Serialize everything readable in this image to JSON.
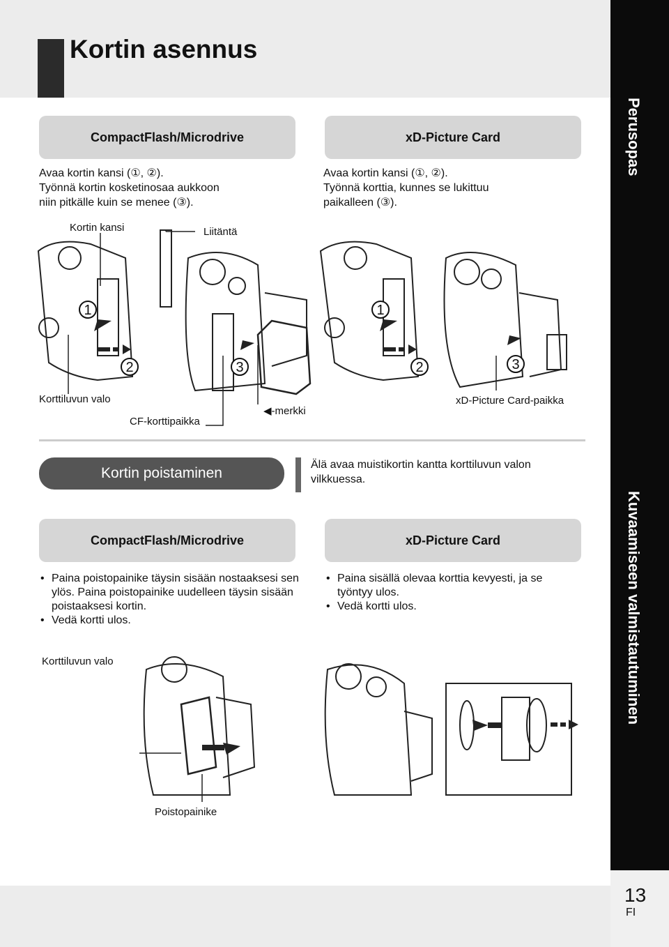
{
  "header": {
    "title": "Kortin asennus"
  },
  "sidebar": {
    "top_tab": "Perusopas",
    "bottom_tab": "Kuvaamiseen valmistautuminen"
  },
  "install": {
    "cf": {
      "heading": "CompactFlash/Microdrive",
      "text": [
        "Avaa kortin kansi (①, ②).",
        "Työnnä kortin kosketinosaa aukkoon",
        "niin pitkälle kuin se menee (③)."
      ]
    },
    "xd": {
      "heading": "xD-Picture Card",
      "text": [
        "Avaa kortin kansi (①, ②).",
        "Työnnä korttia, kunnes se lukittuu",
        "paikalleen (③)."
      ]
    },
    "labels": {
      "card_cover": "Kortin kansi",
      "connector": "Liitäntä",
      "access_lamp": "Korttiluvun valo",
      "cf_slot": "CF-korttipaikka",
      "mark": "◀-merkki",
      "xd_slot": "xD-Picture Card-paikka"
    },
    "steps": [
      "1",
      "2",
      "3"
    ]
  },
  "removal": {
    "heading": "Kortin poistaminen",
    "warning": [
      "Älä avaa muistikortin kantta korttiluvun valon",
      "vilkkuessa."
    ],
    "cf": {
      "heading": "CompactFlash/Microdrive",
      "bullets": [
        "Paina poistopainike täysin sisään nostaaksesi sen ylös. Paina poistopainike uudelleen täysin sisään poistaaksesi kortin.",
        "Vedä kortti ulos."
      ]
    },
    "xd": {
      "heading": "xD-Picture Card",
      "bullets": [
        "Paina sisällä olevaa korttia kevyesti, ja se työntyy ulos.",
        "Vedä kortti ulos."
      ]
    },
    "labels": {
      "access_lamp": "Korttiluvun valo",
      "eject_button": "Poistopainike"
    }
  },
  "footer": {
    "page": "13",
    "lang": "FI"
  }
}
